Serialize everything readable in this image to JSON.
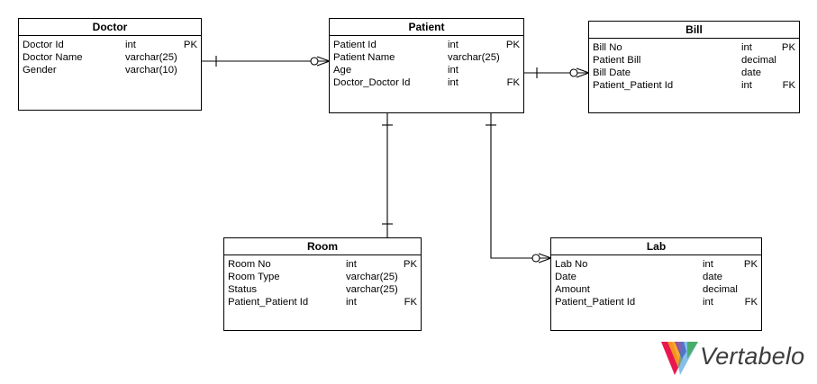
{
  "entities": {
    "doctor": {
      "title": "Doctor",
      "rows": [
        {
          "name": "Doctor Id",
          "type": "int",
          "key": "PK"
        },
        {
          "name": "Doctor Name",
          "type": "varchar(25)",
          "key": ""
        },
        {
          "name": "Gender",
          "type": "varchar(10)",
          "key": ""
        }
      ]
    },
    "patient": {
      "title": "Patient",
      "rows": [
        {
          "name": "Patient Id",
          "type": "int",
          "key": "PK"
        },
        {
          "name": "Patient Name",
          "type": "varchar(25)",
          "key": ""
        },
        {
          "name": "Age",
          "type": "int",
          "key": ""
        },
        {
          "name": "Doctor_Doctor Id",
          "type": "int",
          "key": "FK"
        }
      ]
    },
    "bill": {
      "title": "Bill",
      "rows": [
        {
          "name": "Bill No",
          "type": "int",
          "key": "PK"
        },
        {
          "name": "Patient Bill",
          "type": "decimal",
          "key": ""
        },
        {
          "name": "Bill Date",
          "type": "date",
          "key": ""
        },
        {
          "name": "Patient_Patient Id",
          "type": "int",
          "key": "FK"
        }
      ]
    },
    "room": {
      "title": "Room",
      "rows": [
        {
          "name": "Room No",
          "type": "int",
          "key": "PK"
        },
        {
          "name": "Room Type",
          "type": "varchar(25)",
          "key": ""
        },
        {
          "name": "Status",
          "type": "varchar(25)",
          "key": ""
        },
        {
          "name": "Patient_Patient Id",
          "type": "int",
          "key": "FK"
        }
      ]
    },
    "lab": {
      "title": "Lab",
      "rows": [
        {
          "name": "Lab No",
          "type": "int",
          "key": "PK"
        },
        {
          "name": "Date",
          "type": "date",
          "key": ""
        },
        {
          "name": "Amount",
          "type": "decimal",
          "key": ""
        },
        {
          "name": "Patient_Patient Id",
          "type": "int",
          "key": "FK"
        }
      ]
    }
  },
  "relationships": [
    {
      "from": "doctor",
      "to": "patient",
      "from_cardinality": "one",
      "to_cardinality": "many"
    },
    {
      "from": "patient",
      "to": "bill",
      "from_cardinality": "one",
      "to_cardinality": "many"
    },
    {
      "from": "patient",
      "to": "room",
      "from_cardinality": "one",
      "to_cardinality": "one"
    },
    {
      "from": "patient",
      "to": "lab",
      "from_cardinality": "one",
      "to_cardinality": "many"
    }
  ],
  "logo": {
    "text": "Vertabelo",
    "colors": [
      "#e8174f",
      "#f7a21b",
      "#7a3fa0",
      "#3aa84a",
      "#1f8dd6"
    ]
  },
  "colors": {
    "line": "#000000",
    "logo_text": "#3c3c3c"
  }
}
